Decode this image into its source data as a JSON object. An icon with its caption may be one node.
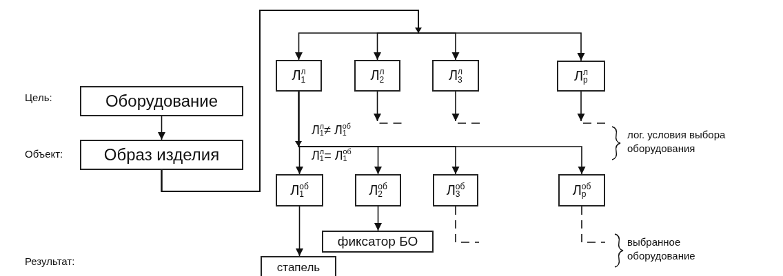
{
  "diagram": {
    "nodes": [
      {
        "text": [
          "Оборудование"
        ]
      },
      {
        "text": [
          "Образ изделия"
        ]
      },
      {
        "text": [
          "Л$_{1}$$^{л}$"
        ]
      },
      {
        "text": [
          "Л$_{2}$$^{л}$"
        ]
      },
      {
        "text": [
          "Л$_{3}$$^{л}$"
        ]
      },
      {
        "text": [
          "Л$_{р}$$^{л}$"
        ]
      },
      {
        "text": [
          "Л$_{1}$$^{об}$"
        ]
      },
      {
        "text": [
          "Л$_{2}$$^{об}$"
        ]
      },
      {
        "text": [
          "Л$_{3}$$^{об}$"
        ]
      },
      {
        "text": [
          "Л$_{р}$$^{об}$"
        ]
      },
      {
        "text": [
          "фиксатор БО"
        ]
      },
      {
        "text": [
          "стапель"
        ]
      }
    ],
    "edges": [
      {
        "from": 0,
        "to": 1,
        "arrow": "to"
      },
      {
        "from": 1,
        "to": 2,
        "arrow": "to"
      },
      {
        "from": 1,
        "to": 3,
        "arrow": "to"
      },
      {
        "from": 1,
        "to": 4,
        "arrow": "to"
      },
      {
        "from": 1,
        "to": 5,
        "arrow": "to"
      },
      {
        "from": 3,
        "to": null,
        "arrow": "to"
      },
      {
        "from": 4,
        "to": null,
        "arrow": "to"
      },
      {
        "from": 5,
        "to": null,
        "arrow": "to"
      },
      {
        "from": 2,
        "to": 6,
        "arrow": "to"
      },
      {
        "from": 2,
        "to": 7,
        "arrow": "to"
      },
      {
        "from": 2,
        "to": 8,
        "arrow": "to"
      },
      {
        "from": 2,
        "to": 9,
        "arrow": "to"
      },
      {
        "from": 6,
        "to": 11,
        "arrow": "to"
      },
      {
        "from": 7,
        "to": 10,
        "arrow": "to"
      },
      {
        "from": 8,
        "to": null,
        "arrow": "none",
        "style": "dashed"
      },
      {
        "from": 9,
        "to": null,
        "arrow": "none",
        "style": "dashed"
      }
    ],
    "labels": [
      "Цель:",
      "Л$_{1}$$^{л}$≠ Л$_{1}$$^{об}$",
      "лог. условия выбора оборудования",
      "Объект:",
      "Л$_{1}$$^{л}$= Л$_{1}$$^{об}$",
      "выбранное оборудование",
      "Результат:"
    ]
  }
}
